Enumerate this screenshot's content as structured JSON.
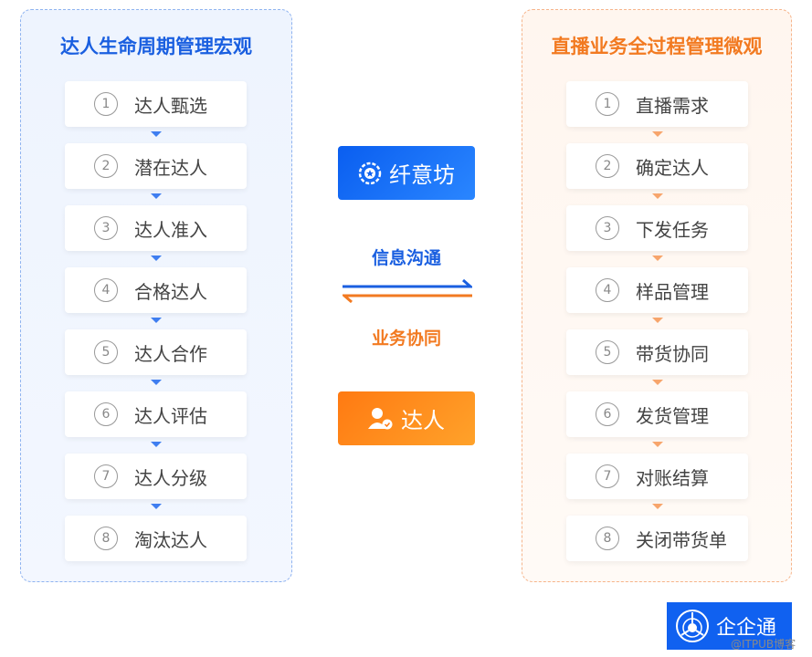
{
  "left": {
    "title": "达人生命周期管理宏观",
    "items": [
      {
        "num": "1",
        "label": "达人甄选"
      },
      {
        "num": "2",
        "label": "潜在达人"
      },
      {
        "num": "3",
        "label": "达人准入"
      },
      {
        "num": "4",
        "label": "合格达人"
      },
      {
        "num": "5",
        "label": "达人合作"
      },
      {
        "num": "6",
        "label": "达人评估"
      },
      {
        "num": "7",
        "label": "达人分级"
      },
      {
        "num": "8",
        "label": "淘汰达人"
      }
    ]
  },
  "right": {
    "title": "直播业务全过程管理微观",
    "items": [
      {
        "num": "1",
        "label": "直播需求"
      },
      {
        "num": "2",
        "label": "确定达人"
      },
      {
        "num": "3",
        "label": "下发任务"
      },
      {
        "num": "4",
        "label": "样品管理"
      },
      {
        "num": "5",
        "label": "带货协同"
      },
      {
        "num": "6",
        "label": "发货管理"
      },
      {
        "num": "7",
        "label": "对账结算"
      },
      {
        "num": "8",
        "label": "关闭带货单"
      }
    ]
  },
  "center": {
    "top_button": "纤意坊",
    "info_label": "信息沟通",
    "biz_label": "业务协同",
    "bottom_button": "达人"
  },
  "logo": {
    "text": "企企通"
  },
  "watermark": "@ITPUB博客",
  "colors": {
    "blue": "#1a5fe0",
    "orange": "#f27a21"
  }
}
